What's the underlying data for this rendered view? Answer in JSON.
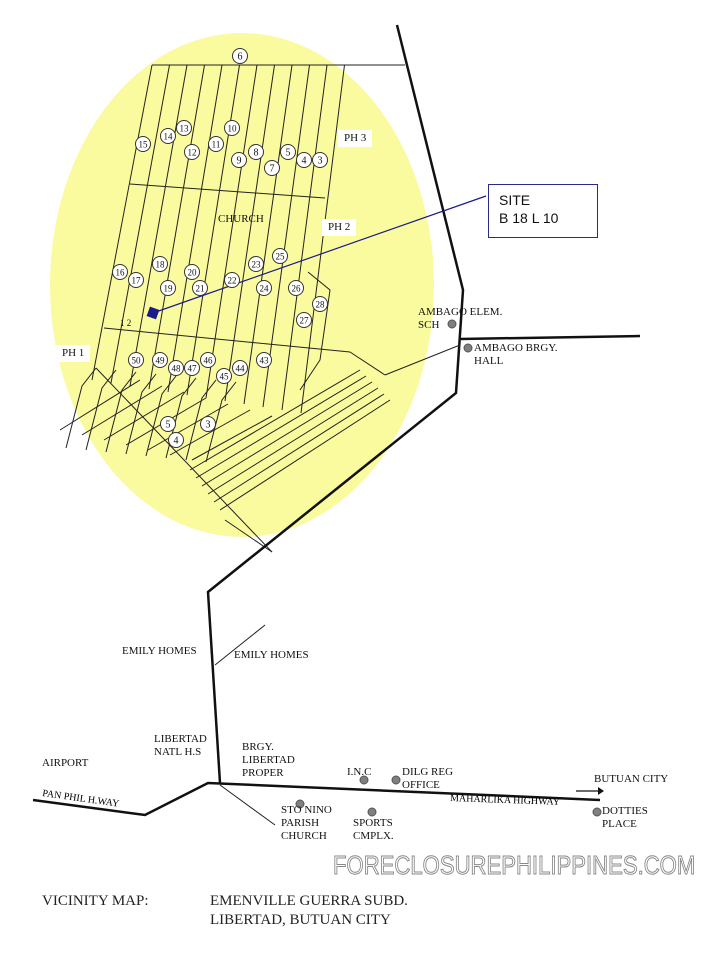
{
  "site": {
    "title": "SITE",
    "lot": "B 18 L 10"
  },
  "phases": {
    "ph1": "PH 1",
    "ph2": "PH 2",
    "ph3": "PH 3"
  },
  "church": "CHURCH",
  "lot_marks": "1 2",
  "block_numbers": [
    "6",
    "15",
    "14",
    "13",
    "12",
    "11",
    "10",
    "9",
    "8",
    "7",
    "5",
    "4",
    "3",
    "16",
    "17",
    "18",
    "19",
    "20",
    "21",
    "22",
    "23",
    "24",
    "25",
    "26",
    "27",
    "28",
    "50",
    "49",
    "48",
    "47",
    "46",
    "45",
    "44",
    "43",
    "5",
    "4",
    "3"
  ],
  "landmarks": {
    "ambago_elem": "AMBAGO ELEM.\nSCH",
    "ambago_hall": "AMBAGO BRGY.\nHALL",
    "emily_homes_1": "EMILY HOMES",
    "emily_homes_2": "EMILY HOMES",
    "libertad_hs": "LIBERTAD\nNATL H.S",
    "airport": "AIRPORT",
    "brgy_libertad": "BRGY.\nLIBERTAD\nPROPER",
    "inc": "I.N.C",
    "dilg": "DILG REG\nOFFICE",
    "butuan": "BUTUAN CITY",
    "sto_nino": "STO NINO\nPARISH\nCHURCH",
    "sports": "SPORTS\nCMPLX.",
    "dotties": "DOTTIES\nPLACE"
  },
  "roads": {
    "panphil": "PAN PHIL H.WAY",
    "maharlika": "MAHARLIKA HIGHWAY"
  },
  "watermark": "FORECLOSUREPHILIPPINES.COM",
  "footer": {
    "label": "VICINITY MAP:",
    "line1": "EMENVILLE GUERRA SUBD.",
    "line2": "LIBERTAD, BUTUAN CITY"
  },
  "colors": {
    "zone": "#fafa9e",
    "site": "#1a1a8c",
    "marker": "#808080"
  }
}
